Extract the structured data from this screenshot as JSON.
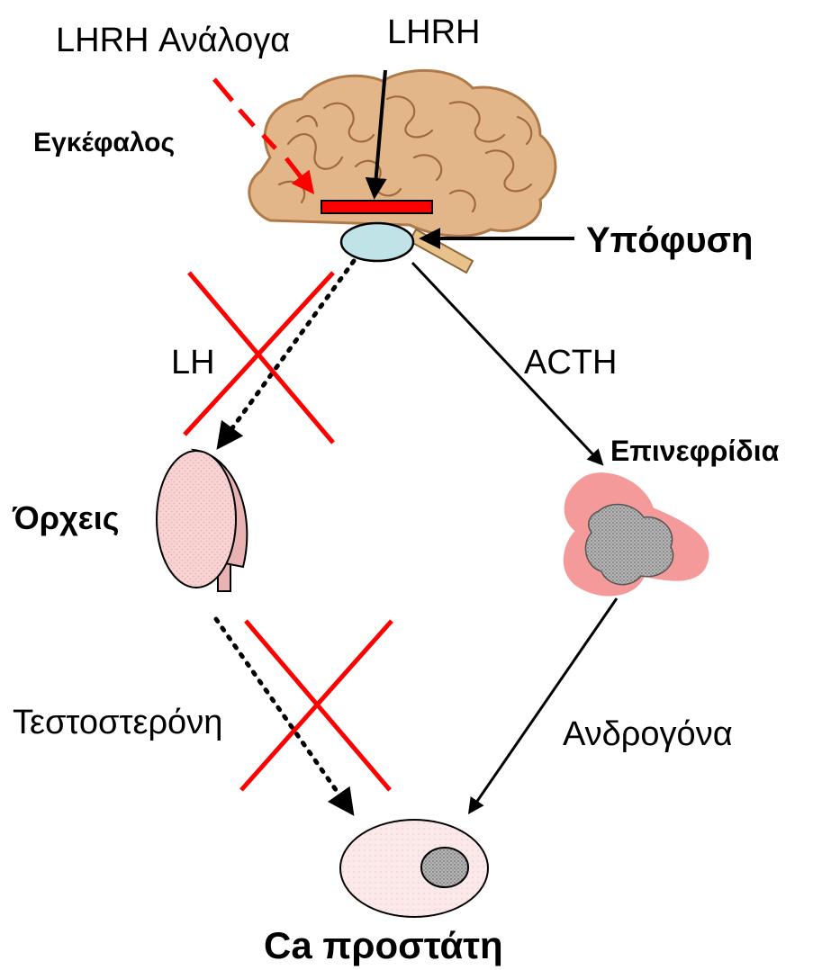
{
  "labels": {
    "lhrh_analogues": "LHRH Ανάλογα",
    "lhrh": "LHRH",
    "brain": "Εγκέφαλος",
    "pituitary": "Υπόφυση",
    "lh": "LH",
    "acth": "ACTH",
    "testes": "Όρχεις",
    "adrenals": "Επινεφρίδια",
    "testosterone": "Τεστοστερόνη",
    "androgens": "Ανδρογόνα",
    "prostate_ca": "Ca προστάτη"
  },
  "colors": {
    "block_red": "#ff0000",
    "arrow_black": "#000000",
    "brain_tan": "#d9a878",
    "brain_outline": "#b07a48",
    "pituitary_fill": "#bfe3e6",
    "testis_fill": "#f8d3d3",
    "epididymis_fill": "#e9b3b3",
    "adrenal_cortex": "#f59a9a",
    "adrenal_medulla": "#9a9a9a",
    "prostate_fill": "#fbe6e6",
    "tumor_fill": "#b8b8b8"
  },
  "icons": {
    "brain": "brain-icon",
    "pituitary": "pituitary-icon",
    "testis": "testis-icon",
    "adrenal": "adrenal-gland-icon",
    "prostate": "prostate-cell-icon"
  }
}
